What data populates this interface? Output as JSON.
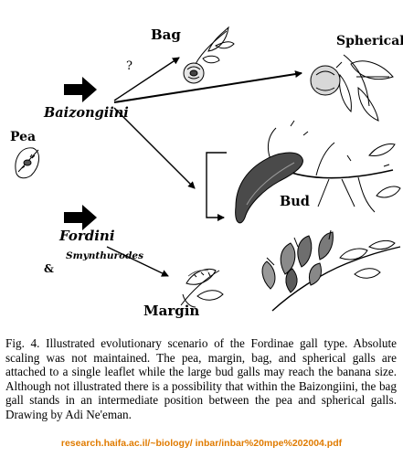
{
  "labels": {
    "bag": "Bag",
    "spherical": "Spherical",
    "question": "?",
    "baizongiini": "Baizongiini",
    "pea": "Pea",
    "bud": "Bud",
    "fordini": "Fordini",
    "ampersand": "&",
    "smynthurodes": "Smynthurodes",
    "margin": "Margin"
  },
  "caption": "Fig. 4. Illustrated evolutionary scenario of the Fordinae gall type. Absolute scaling was not maintained. The pea, margin, bag, and spherical galls are attached to a single leaflet while the large bud galls may reach the banana size. Although not illustrated there is a possibility that within the Baizongiini, the bag gall stands in an intermediate position between the pea and spherical galls. Drawing by Adi Ne'eman.",
  "source": "research.haifa.ac.il/~biology/ inbar/inbar%20mpe%202004.pdf",
  "colors": {
    "source_link": "#e07b00",
    "ink": "#000000"
  }
}
